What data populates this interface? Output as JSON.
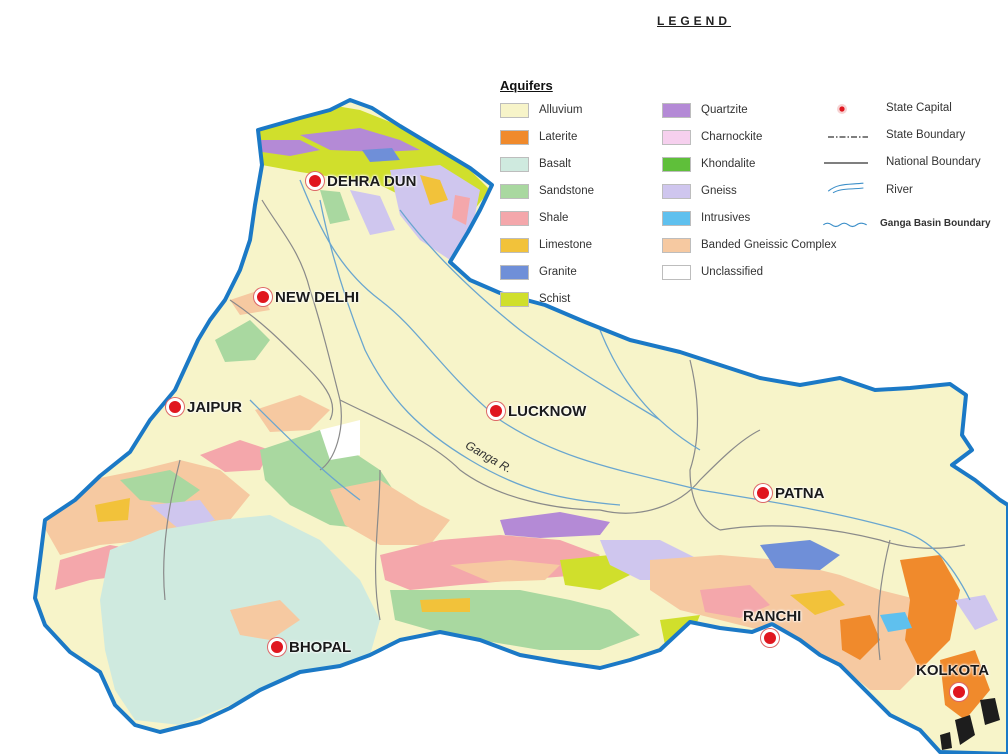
{
  "legend": {
    "title": "LEGEND",
    "aquifers_title": "Aquifers",
    "aquifers": [
      {
        "label": "Alluvium",
        "color": "#f7f4c9"
      },
      {
        "label": "Laterite",
        "color": "#f08a2c"
      },
      {
        "label": "Basalt",
        "color": "#cfeadf"
      },
      {
        "label": "Sandstone",
        "color": "#a9d8a0"
      },
      {
        "label": "Shale",
        "color": "#f4a7ab"
      },
      {
        "label": "Limestone",
        "color": "#f2c23a"
      },
      {
        "label": "Granite",
        "color": "#6f8fd8"
      },
      {
        "label": "Schist",
        "color": "#d0df2c"
      },
      {
        "label": "Quartzite",
        "color": "#b48ad6"
      },
      {
        "label": "Charnockite",
        "color": "#f6d0ee"
      },
      {
        "label": "Khondalite",
        "color": "#5fbf3a"
      },
      {
        "label": "Gneiss",
        "color": "#cfc6ee"
      },
      {
        "label": "Intrusives",
        "color": "#5fc0ee"
      },
      {
        "label": "Banded Gneissic Complex",
        "color": "#f6c9a1"
      },
      {
        "label": "Unclassified",
        "color": "#ffffff"
      }
    ],
    "symbols": [
      {
        "label": "State Capital",
        "icon": "red-dot"
      },
      {
        "label": "State Boundary",
        "icon": "dash-dot-line"
      },
      {
        "label": "National Boundary",
        "icon": "solid-line"
      },
      {
        "label": "River",
        "icon": "river-lines"
      },
      {
        "label": "Ganga Basin Boundary",
        "icon": "blue-wavy-line"
      }
    ]
  },
  "cities": [
    {
      "name": "DEHRA DUN"
    },
    {
      "name": "NEW DELHI"
    },
    {
      "name": "JAIPUR"
    },
    {
      "name": "LUCKNOW"
    },
    {
      "name": "PATNA"
    },
    {
      "name": "BHOPAL"
    },
    {
      "name": "RANCHI"
    },
    {
      "name": "KOLKOTA"
    }
  ],
  "river_label": "Ganga R.",
  "colors": {
    "basin_boundary": "#1b79c6",
    "boundary_lines": "#8a8a8a",
    "capital_marker": "#e0161f"
  }
}
